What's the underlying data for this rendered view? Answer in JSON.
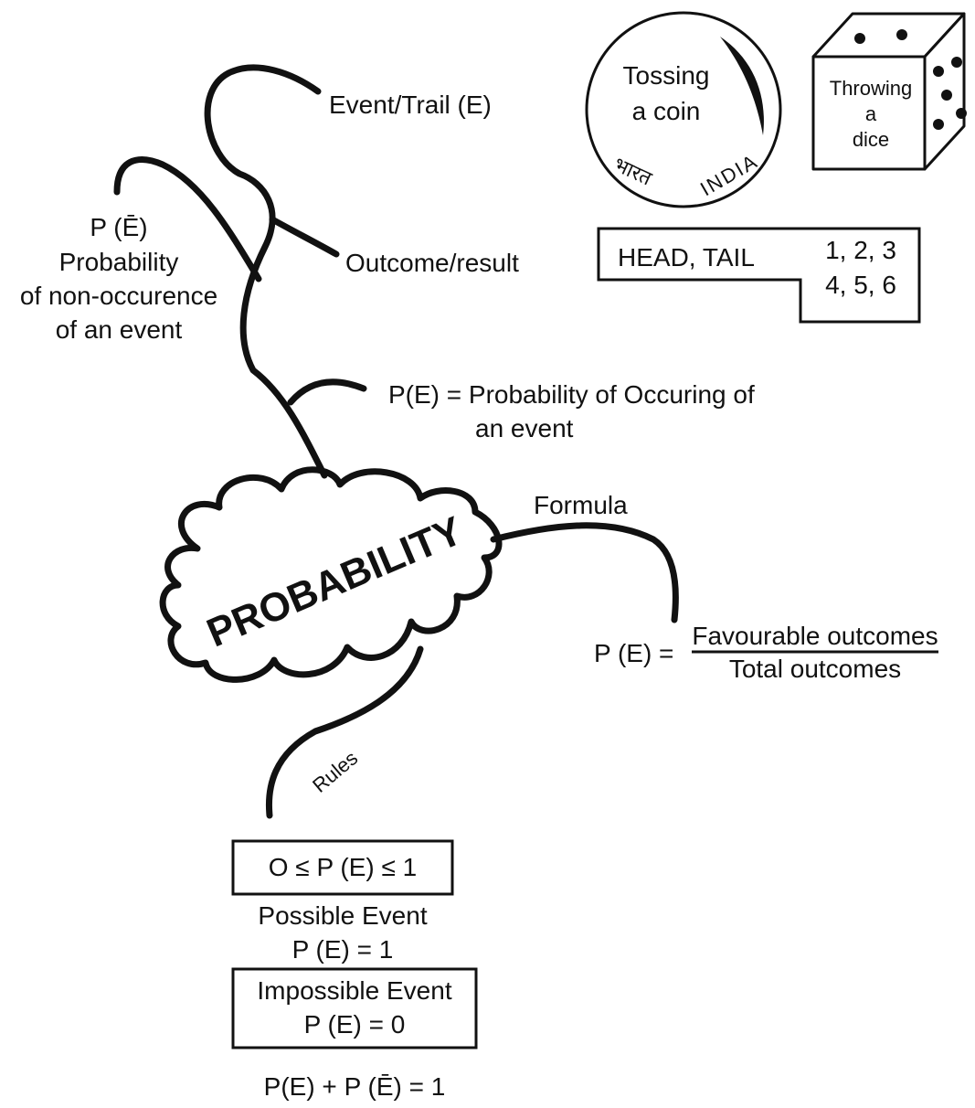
{
  "center": {
    "title": "PROBABILITY"
  },
  "branches": {
    "event": "Event/Trail (E)",
    "outcome": "Outcome/result",
    "p_not_e": {
      "symbol": "P (Ē)",
      "line1": "Probability",
      "line2": "of non-occurence",
      "line3": "of an event"
    },
    "p_e": {
      "line1": "P(E) = Probability of Occuring of",
      "line2": "an event"
    },
    "formula_label": "Formula",
    "rules_label": "Rules"
  },
  "formula": {
    "lhs": "P (E) =",
    "numerator": "Favourable outcomes",
    "denominator": "Total outcomes"
  },
  "coin": {
    "line1": "Tossing",
    "line2": "a coin",
    "hindi": "भारत",
    "country": "INDIA"
  },
  "dice": {
    "line1": "Throwing",
    "line2": "a",
    "line3": "dice"
  },
  "outcomes_box": {
    "coin": "HEAD, TAIL",
    "dice_row1": "1, 2, 3",
    "dice_row2": "4, 5, 6"
  },
  "rules": {
    "range": "O ≤ P (E) ≤ 1",
    "possible_label": "Possible Event",
    "possible_value": "P (E) = 1",
    "impossible_label": "Impossible Event",
    "impossible_value": "P (E) = 0",
    "sum": "P(E) + P (Ē) = 1"
  }
}
